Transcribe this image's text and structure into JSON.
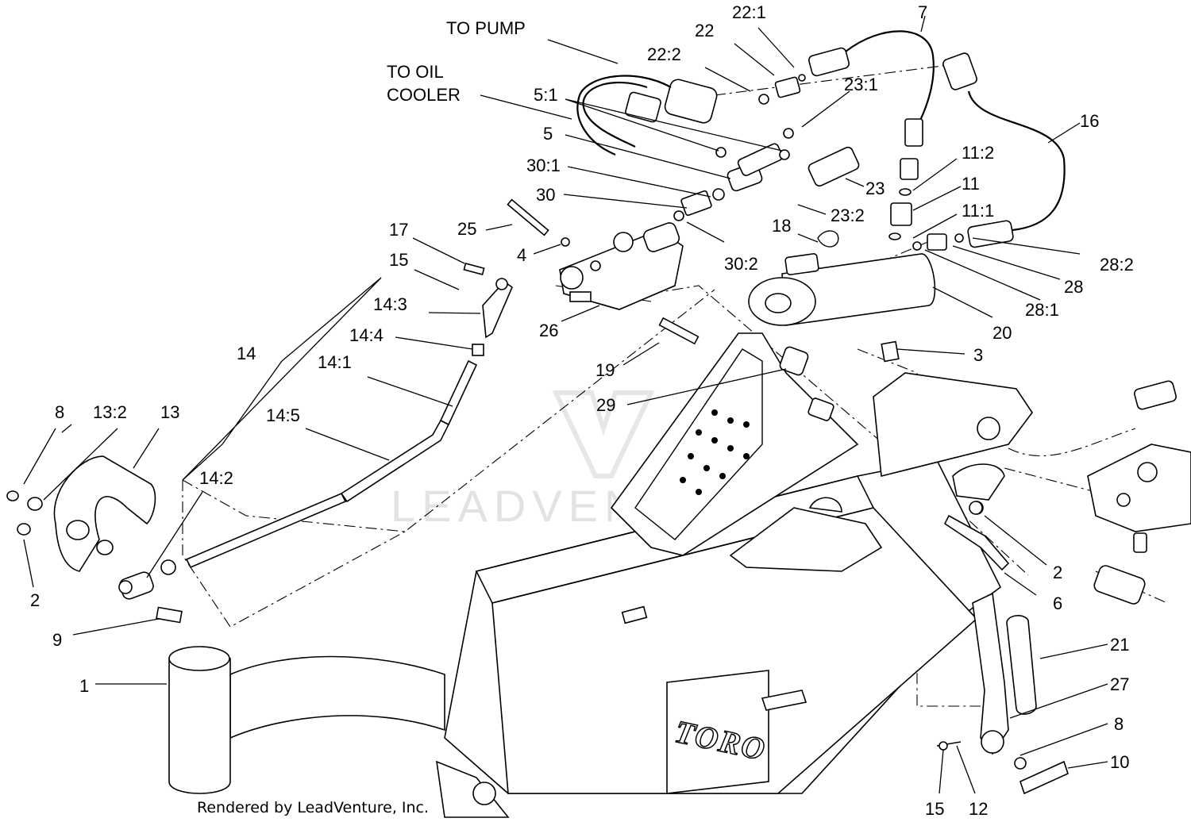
{
  "notes": {
    "to_pump": "TO PUMP",
    "to_oil_cooler_1": "TO OIL",
    "to_oil_cooler_2": "COOLER"
  },
  "brand": "TORO",
  "watermark": "LEADVENTURE",
  "credit": "Rendered by LeadVenture, Inc.",
  "callouts": {
    "c22_1": "22:1",
    "c7": "7",
    "c22": "22",
    "c22_2": "22:2",
    "c23_1": "23:1",
    "c5_1": "5:1",
    "c16": "16",
    "c5": "5",
    "c11_2": "11:2",
    "c30_1": "30:1",
    "c11": "11",
    "c23": "23",
    "c30": "30",
    "c23_2": "23:2",
    "c11_1": "11:1",
    "c17": "17",
    "c25": "25",
    "c18": "18",
    "c28_2": "28:2",
    "c15a": "15",
    "c4": "4",
    "c30_2": "30:2",
    "c28": "28",
    "c14_3": "14:3",
    "c28_1": "28:1",
    "c14_4": "14:4",
    "c26": "26",
    "c20": "20",
    "c14": "14",
    "c3": "3",
    "c14_1": "14:1",
    "c19": "19",
    "c8a": "8",
    "c13_2": "13:2",
    "c13": "13",
    "c29": "29",
    "c14_5": "14:5",
    "c14_2": "14:2",
    "c2a": "2",
    "c2b": "2",
    "c6": "6",
    "c9": "9",
    "c21": "21",
    "c1": "1",
    "c27": "27",
    "c8b": "8",
    "c10": "10",
    "c15b": "15",
    "c12": "12"
  }
}
